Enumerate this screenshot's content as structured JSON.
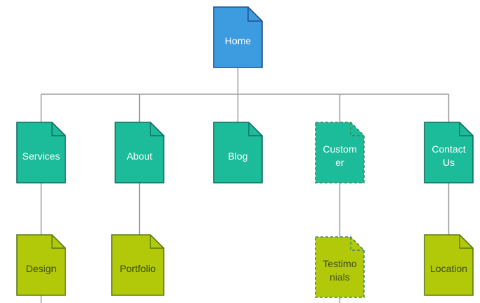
{
  "diagram": {
    "colors": {
      "connector": "#9e9e9e",
      "home_fill": "#3d9be0",
      "home_stroke": "#1f4f91",
      "page_fill": "#1cbc9a",
      "page_stroke": "#0f6e60",
      "sub_fill": "#b2c90a",
      "sub_stroke": "#5a7a14",
      "text_light": "#ffffff",
      "text_dark": "#3f4a1a"
    },
    "nodes": {
      "home": {
        "label": "Home",
        "style": "home",
        "dashed": false
      },
      "services": {
        "label": "Services",
        "style": "page",
        "dashed": false
      },
      "about": {
        "label": "About",
        "style": "page",
        "dashed": false
      },
      "blog": {
        "label": "Blog",
        "style": "page",
        "dashed": false
      },
      "customer": {
        "label": "Custom\ner",
        "style": "page",
        "dashed": true
      },
      "contact": {
        "label": "Contact\nUs",
        "style": "page",
        "dashed": false
      },
      "design": {
        "label": "Design",
        "style": "sub",
        "dashed": false
      },
      "portfolio": {
        "label": "Portfolio",
        "style": "sub",
        "dashed": false
      },
      "testimonials": {
        "label": "Testimo\nnials",
        "style": "sub",
        "dashed": true
      },
      "location": {
        "label": "Location",
        "style": "sub",
        "dashed": false
      }
    }
  }
}
